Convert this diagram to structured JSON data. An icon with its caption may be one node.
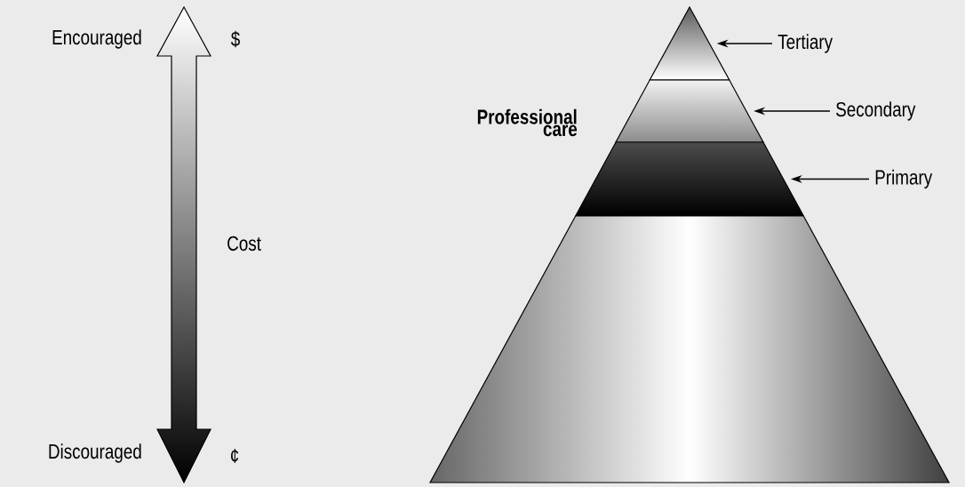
{
  "diagram": {
    "nodes": [
      {
        "text": [],
        "shape": "triangle"
      },
      {
        "text": [],
        "shape": "trapezoid"
      },
      {
        "text": [],
        "shape": "trapezoid"
      },
      {
        "text": [],
        "shape": "trapezoid"
      },
      {
        "text": [
          "Tertiary"
        ]
      },
      {
        "text": [
          "Secondary"
        ]
      },
      {
        "text": [
          "Primary"
        ]
      }
    ],
    "edges": [
      {
        "from": 4,
        "to": 0,
        "arrow": "to"
      },
      {
        "from": 5,
        "to": 1,
        "arrow": "to"
      },
      {
        "from": 6,
        "to": 2,
        "arrow": "to"
      }
    ],
    "labels": [
      "Encouraged",
      "$",
      "Professional care",
      "Cost",
      "Discouraged",
      "¢"
    ]
  }
}
